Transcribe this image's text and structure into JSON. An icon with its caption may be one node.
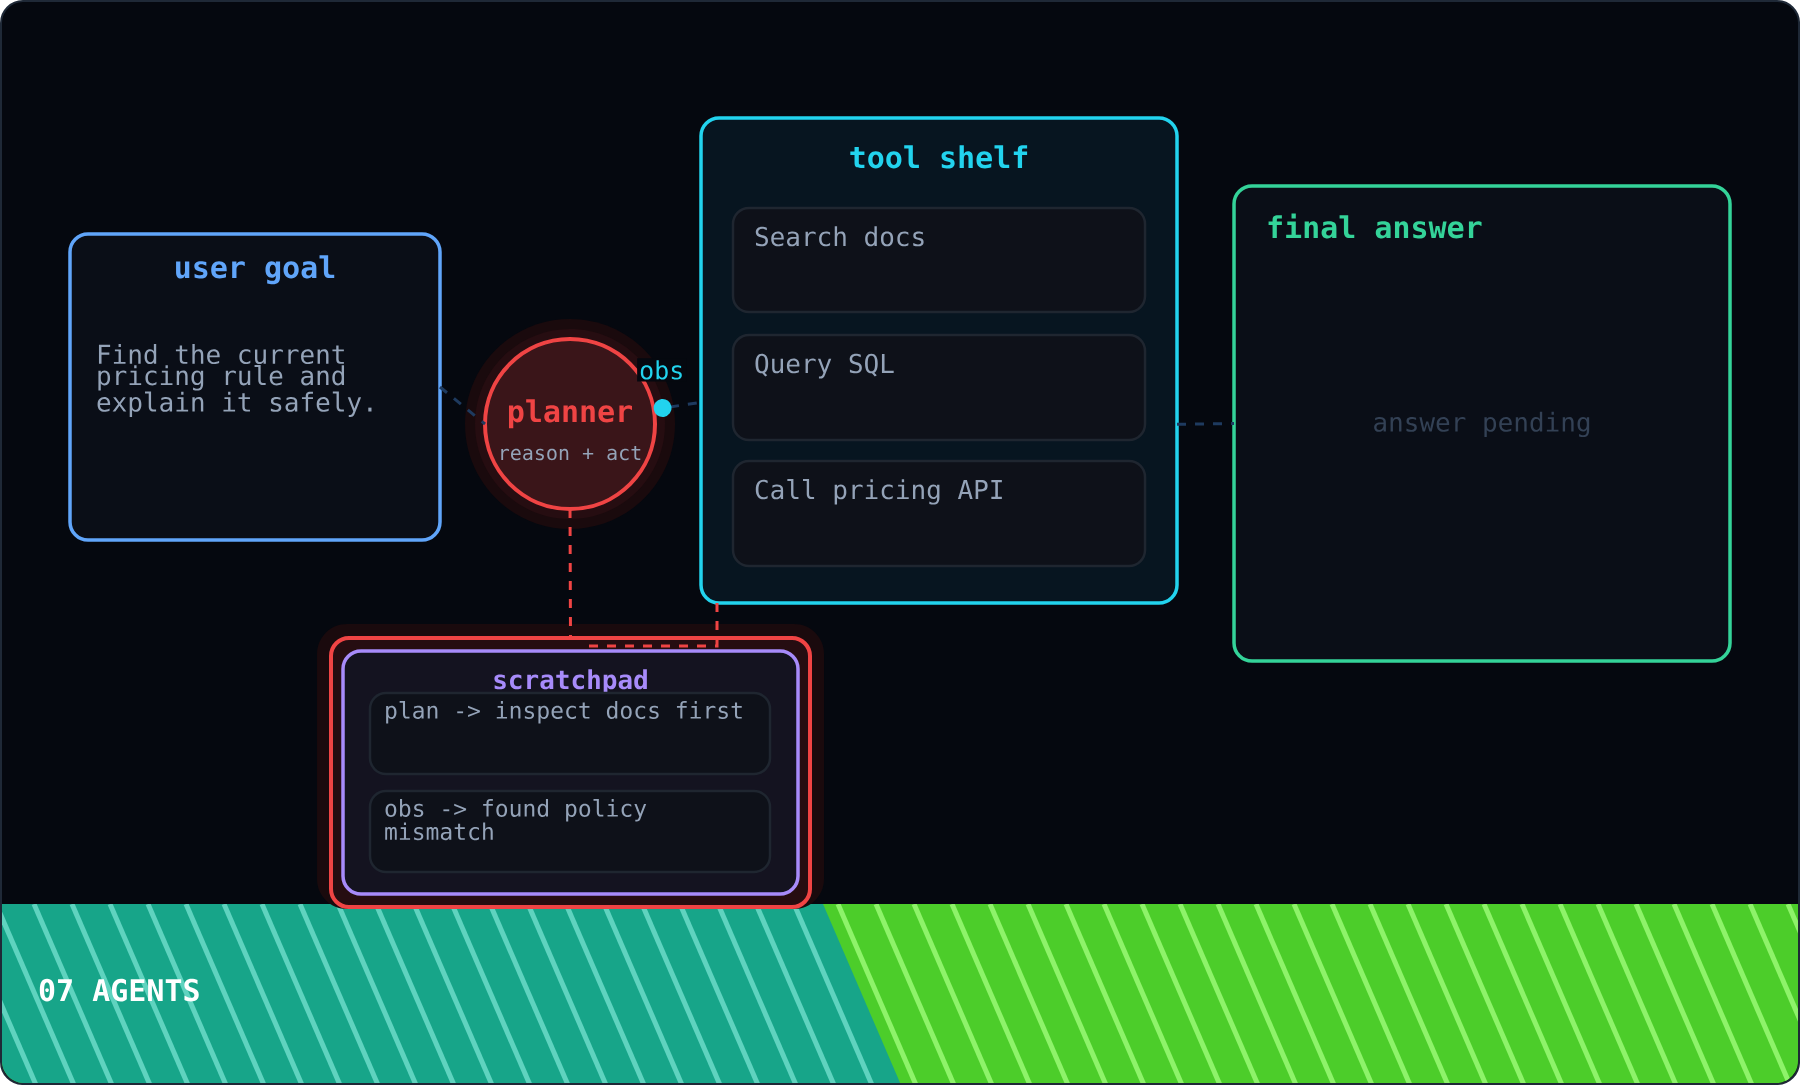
{
  "diagram": {
    "nodes": [
      {
        "text": [
          "user goal",
          "Find the current pricing rule and explain it safely."
        ]
      },
      {
        "text": [
          "planner",
          "reason + act"
        ]
      },
      {
        "text": [
          "tool shelf"
        ]
      },
      {
        "text": [
          "Search docs"
        ],
        "in": 2
      },
      {
        "text": [
          "Query SQL"
        ],
        "in": 2
      },
      {
        "text": [
          "Call pricing API"
        ],
        "in": 2
      },
      {
        "text": [
          "final answer",
          "answer pending"
        ]
      },
      {
        "text": [],
        "shape": "box"
      },
      {
        "text": [
          "scratchpad"
        ],
        "in": 7
      },
      {
        "text": [
          "plan -> inspect docs first"
        ],
        "in": 8
      },
      {
        "text": [
          "obs -> found policy mismatch"
        ],
        "in": 8
      }
    ],
    "edges": [
      {
        "from": 0,
        "to": 1,
        "arrow": "none",
        "style": "dashed"
      },
      {
        "from": 1,
        "to": 2,
        "arrow": "other",
        "style": "dashed",
        "label": "obs"
      },
      {
        "from": 2,
        "to": 6,
        "arrow": "none",
        "style": "dashed"
      },
      {
        "from": 1,
        "to": 7,
        "arrow": "none",
        "style": "dashed",
        "color": "#ef4444"
      },
      {
        "from": 2,
        "to": 7,
        "arrow": "none",
        "style": "dashed",
        "color": "#ef4444"
      }
    ],
    "labels": [
      "07 AGENTS"
    ]
  }
}
